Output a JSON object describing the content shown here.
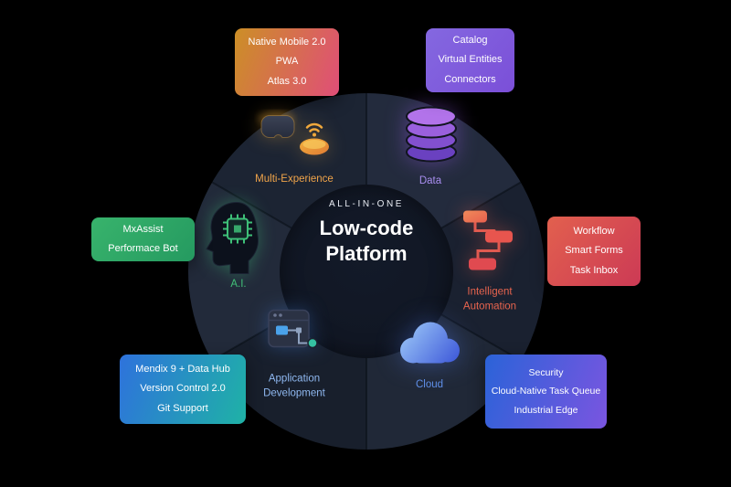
{
  "page": {
    "background": "#000000"
  },
  "center": {
    "kicker": "ALL-IN-ONE",
    "title_line1": "Low-code",
    "title_line2": "Platform"
  },
  "wheel": {
    "segments": [
      {
        "name": "multi-experience",
        "label": "Multi-Experience",
        "label_color": "#f0a44a"
      },
      {
        "name": "data",
        "label": "Data",
        "label_color": "#a98ef0"
      },
      {
        "name": "intelligent-automation",
        "label": "Intelligent Automation",
        "label_color": "#e8644e"
      },
      {
        "name": "cloud",
        "label": "Cloud",
        "label_color": "#5f8fe8"
      },
      {
        "name": "application-development",
        "label": "Application Development",
        "label_color": "#8fb8f0"
      },
      {
        "name": "ai",
        "label": "A.I.",
        "label_color": "#41c078"
      }
    ]
  },
  "cards": {
    "multi_experience": {
      "accent": "#cc8f26",
      "lines": [
        "Native Mobile 2.0",
        "PWA",
        "Atlas 3.0"
      ]
    },
    "data": {
      "accent": "#8468e0",
      "lines": [
        "Catalog",
        "Virtual Entities",
        "Connectors"
      ]
    },
    "intelligent_automation": {
      "accent": "#d84a52",
      "lines": [
        "Workflow",
        "Smart Forms",
        "Task Inbox"
      ]
    },
    "ai": {
      "accent": "#2fa968",
      "lines": [
        "MxAssist",
        "Performace Bot"
      ]
    },
    "application_development": {
      "accent": "#2577d9",
      "lines": [
        "Mendix 9 + Data Hub",
        "Version Control 2.0",
        "Git Support"
      ]
    },
    "cloud": {
      "accent": "#4a63dc",
      "lines": [
        "Security",
        "Cloud-Native Task Queue",
        "Industrial Edge"
      ]
    }
  }
}
